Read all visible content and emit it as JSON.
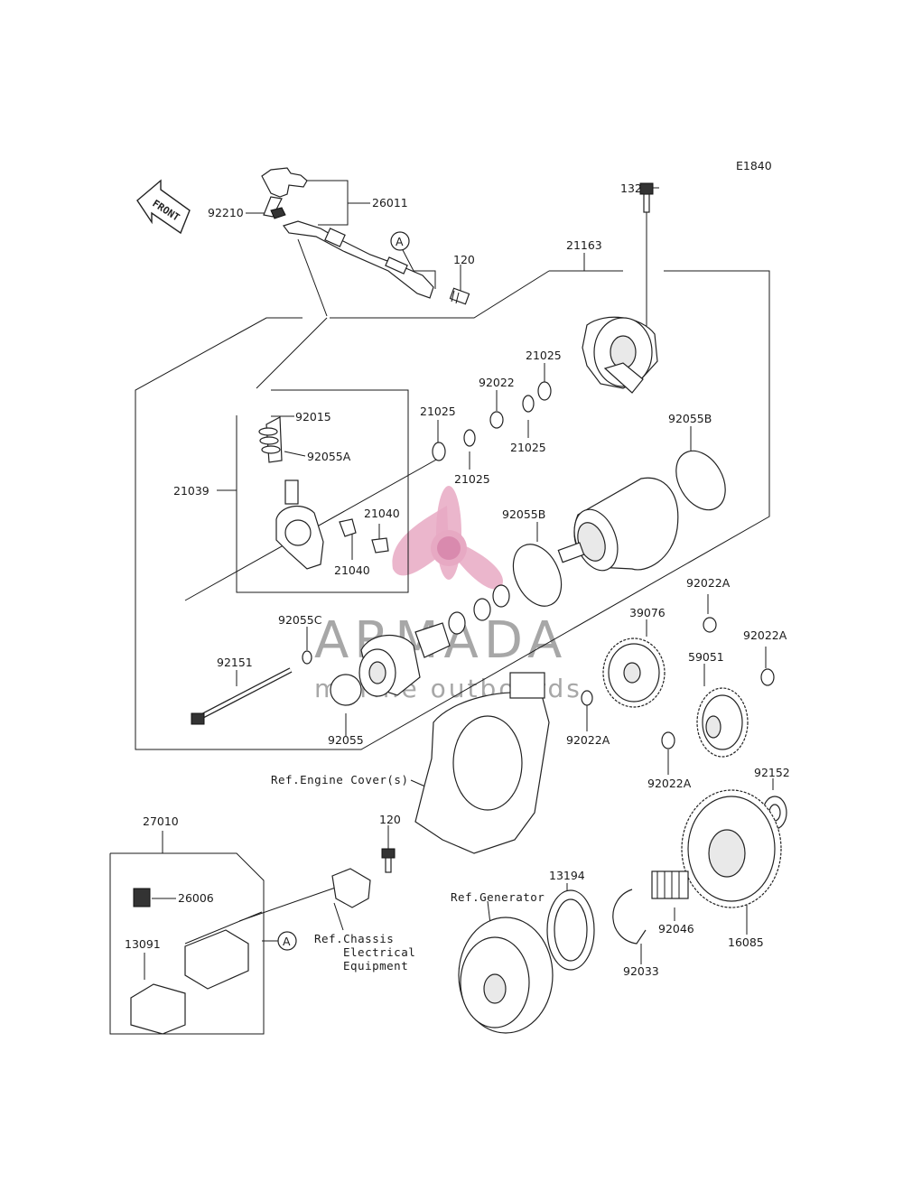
{
  "diagram_code": "E1840",
  "front_label": "FRONT",
  "watermark": {
    "brand": "ARMADA",
    "tagline": "marine outboards",
    "accent": "#e7a9c3"
  },
  "callouts": {
    "A": "A",
    "c132": "132",
    "c26011": "26011",
    "c92210": "92210",
    "c120_top": "120",
    "c21163": "21163",
    "c21025_a": "21025",
    "c21025_b": "21025",
    "c21025_c": "21025",
    "c21025_d": "21025",
    "c92022": "92022",
    "c92015": "92015",
    "c92055A": "92055A",
    "c21039": "21039",
    "c21040_a": "21040",
    "c21040_b": "21040",
    "c92055B_a": "92055B",
    "c92055B_b": "92055B",
    "c92022A_a": "92022A",
    "c92022A_b": "92022A",
    "c92022A_c": "92022A",
    "c92022A_d": "92022A",
    "c39076": "39076",
    "c59051": "59051",
    "c92055C": "92055C",
    "c92151": "92151",
    "c92055": "92055",
    "c92152": "92152",
    "c27010": "27010",
    "c120_bottom": "120",
    "c26006": "26006",
    "c13091": "13091",
    "c13194": "13194",
    "c92046": "92046",
    "c16085": "16085",
    "c92033": "92033"
  },
  "references": {
    "engine_cover": "Ref.Engine Cover(s)",
    "generator": "Ref.Generator",
    "chassis_1": "Ref.Chassis",
    "chassis_2": "Electrical",
    "chassis_3": "Equipment"
  }
}
